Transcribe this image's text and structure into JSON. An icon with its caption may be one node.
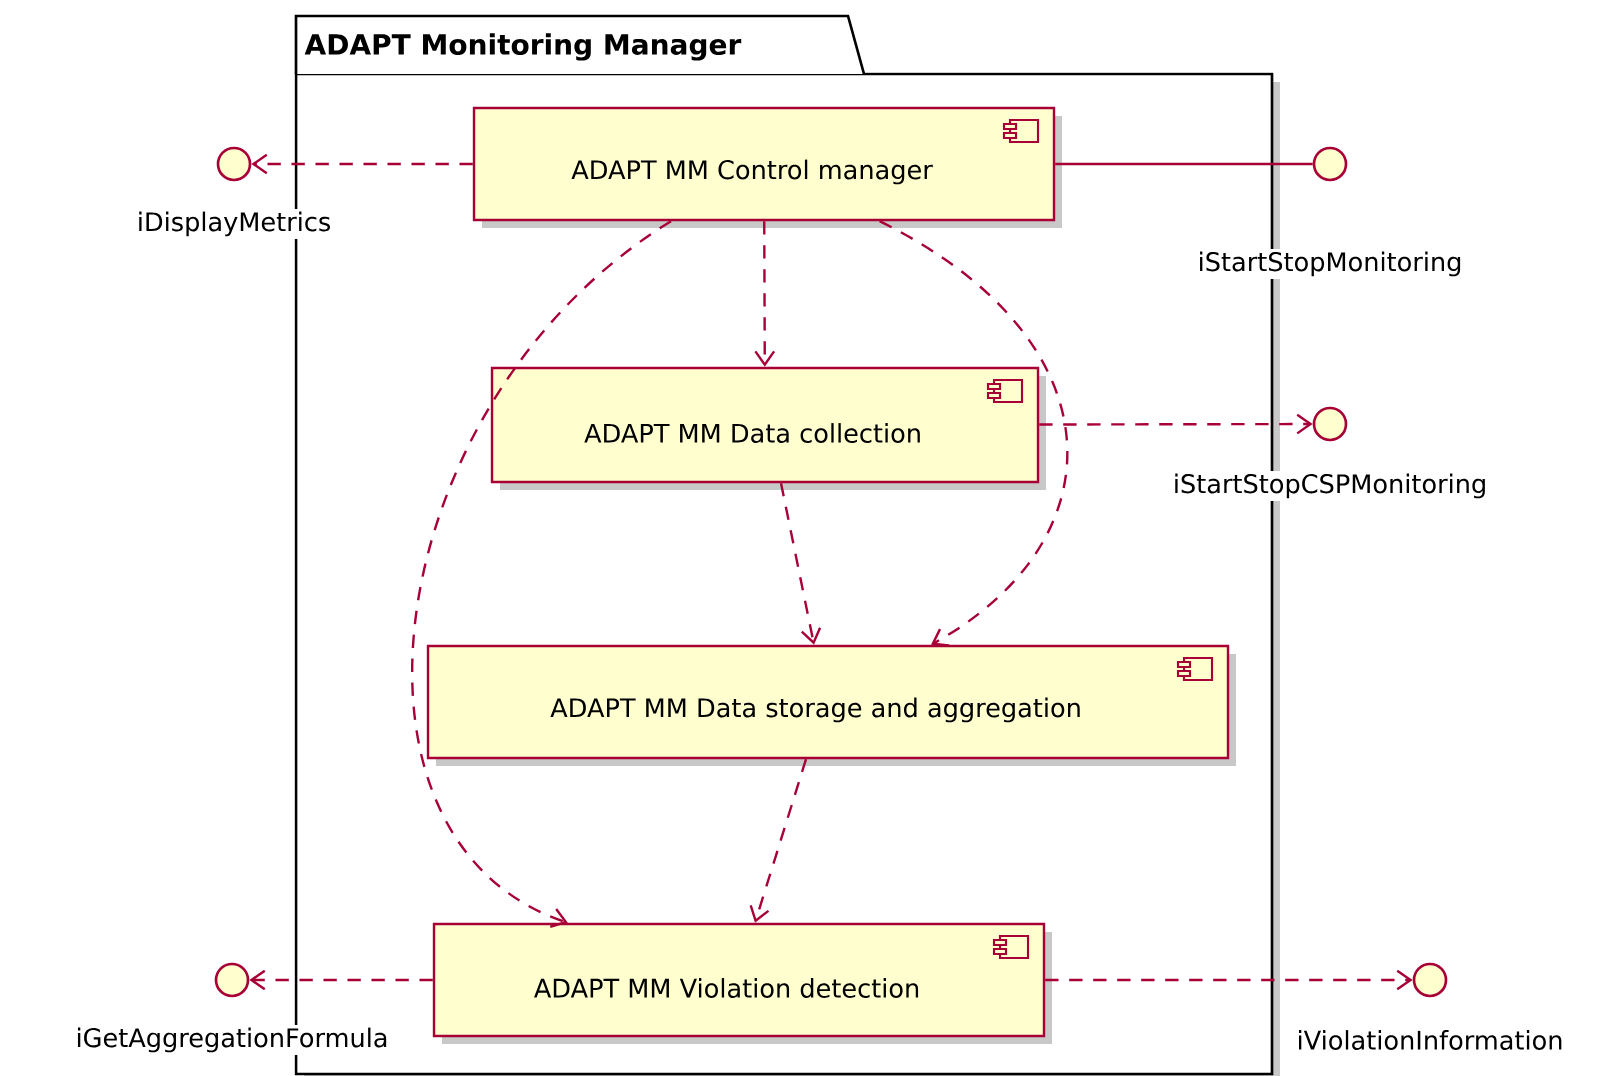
{
  "diagram": {
    "nodes": [
      {
        "text": [
          "ADAPT Monitoring Manager"
        ]
      },
      {
        "text": [
          "ADAPT MM Control manager"
        ],
        "in": 0
      },
      {
        "text": [
          "ADAPT MM Data collection"
        ],
        "in": 0
      },
      {
        "text": [
          "ADAPT MM Data storage and aggregation"
        ],
        "in": 0
      },
      {
        "text": [
          "ADAPT MM Violation detection"
        ],
        "in": 0
      },
      {
        "text": [
          "iDisplayMetrics"
        ]
      },
      {
        "text": [
          "iStartStopMonitoring"
        ]
      },
      {
        "text": [
          "iStartStopCSPMonitoring"
        ]
      },
      {
        "text": [
          "iGetAggregationFormula"
        ]
      },
      {
        "text": [
          "iViolationInformation"
        ]
      }
    ],
    "edges": [
      {
        "from": 1,
        "to": 5,
        "arrow": "to",
        "style": "dashed"
      },
      {
        "from": 1,
        "to": 6,
        "arrow": "none"
      },
      {
        "from": 1,
        "to": 2,
        "arrow": "to",
        "style": "dashed"
      },
      {
        "from": 1,
        "to": 4,
        "arrow": "to",
        "style": "dashed"
      },
      {
        "from": 1,
        "to": 3,
        "arrow": "to",
        "style": "dashed"
      },
      {
        "from": 2,
        "to": 7,
        "arrow": "to",
        "style": "dashed"
      },
      {
        "from": 2,
        "to": 3,
        "arrow": "to",
        "style": "dashed"
      },
      {
        "from": 3,
        "to": 4,
        "arrow": "to",
        "style": "dashed"
      },
      {
        "from": 4,
        "to": 8,
        "arrow": "to",
        "style": "dashed"
      },
      {
        "from": 4,
        "to": 9,
        "arrow": "to",
        "style": "dashed"
      }
    ]
  }
}
